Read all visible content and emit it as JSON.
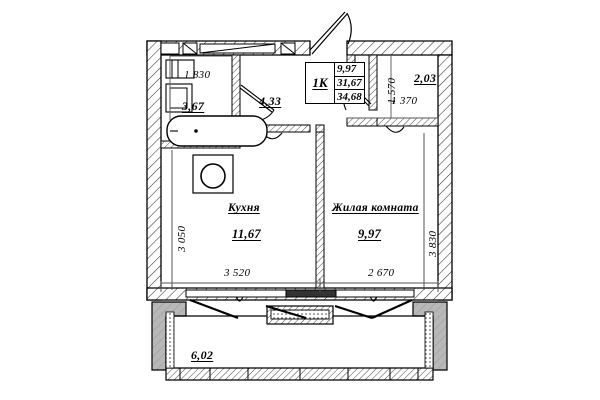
{
  "document": {
    "type": "apartment-floor-plan",
    "language": "ru"
  },
  "info_box": {
    "apartment_type": "1К",
    "living_area": "9,97",
    "area_without_balcony": "31,67",
    "total_area": "34,68"
  },
  "rooms": [
    {
      "id": "kitchen",
      "name": "Кухня",
      "area": "11,67"
    },
    {
      "id": "living_room",
      "name": "Жилая комната",
      "area": "9,97"
    },
    {
      "id": "bathroom",
      "name": "",
      "area": "3,67"
    },
    {
      "id": "hall",
      "name": "",
      "area": "4,33"
    },
    {
      "id": "entry_closet",
      "name": "",
      "area": "2,03"
    },
    {
      "id": "balcony",
      "name": "",
      "area": "6,02"
    }
  ],
  "dimensions": {
    "bathroom_width_top": "1 830",
    "hall_entry_width": "1 370",
    "entry_height": "1 570",
    "left_height": "3 050",
    "right_height": "3 830",
    "kitchen_width": "3 520",
    "living_room_width": "2 670"
  },
  "colors": {
    "line": "#000000",
    "hatch": "#444444",
    "fill_wall": "#b3b3b3",
    "background": "#ffffff"
  }
}
